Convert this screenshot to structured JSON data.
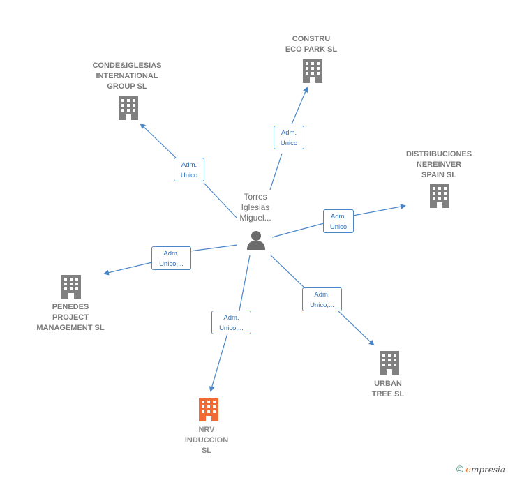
{
  "person": {
    "label": "Torres\nIglesias\nMiguel..."
  },
  "companies": [
    {
      "id": "construeco",
      "label": "CONSTRU\nECO PARK SL",
      "highlight": false
    },
    {
      "id": "condeiglesias",
      "label": "CONDE&IGLESIAS\nINTERNATIONAL\nGROUP SL",
      "highlight": false
    },
    {
      "id": "distribuciones",
      "label": "DISTRIBUCIONES\nNEREINVER\nSPAIN SL",
      "highlight": false
    },
    {
      "id": "penedes",
      "label": "PENEDES\nPROJECT\nMANAGEMENT SL",
      "highlight": false
    },
    {
      "id": "nrv",
      "label": "NRV\nINDUCCION\nSL",
      "highlight": true
    },
    {
      "id": "urban",
      "label": "URBAN\nTREE  SL",
      "highlight": false
    }
  ],
  "edges": [
    {
      "to": "construeco",
      "label": "Adm.\nUnico"
    },
    {
      "to": "condeiglesias",
      "label": "Adm.\nUnico"
    },
    {
      "to": "distribuciones",
      "label": "Adm.\nUnico"
    },
    {
      "to": "penedes",
      "label": "Adm.\nUnico,..."
    },
    {
      "to": "nrv",
      "label": "Adm.\nUnico,..."
    },
    {
      "to": "urban",
      "label": "Adm.\nUnico,..."
    }
  ],
  "colors": {
    "edge": "#4a86c8",
    "building": "#808080",
    "building_highlight": "#f06a35",
    "person": "#6b6b6b"
  },
  "brand": {
    "copyright": "©",
    "initial": "e",
    "rest": "mpresia"
  }
}
